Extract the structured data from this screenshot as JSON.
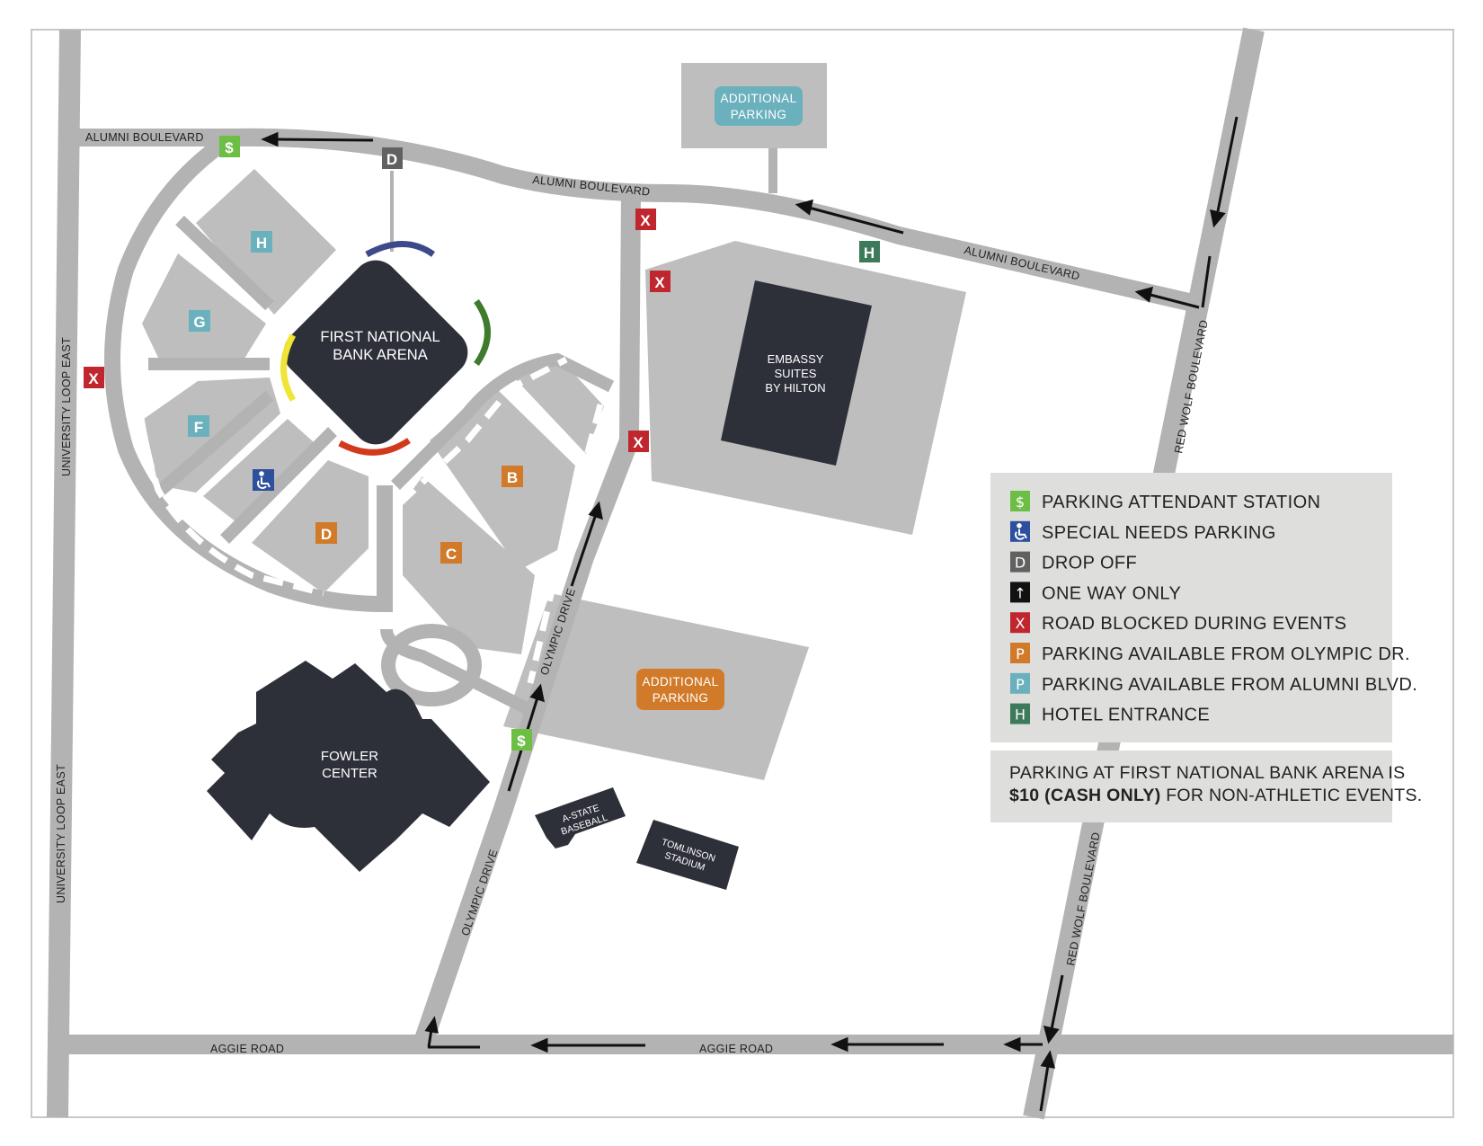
{
  "map": {
    "roads": {
      "alumni_boulevard": "ALUMNI BOULEVARD",
      "university_loop_east": "UNIVERSITY LOOP EAST",
      "red_wolf_boulevard": "RED WOLF BOULEVARD",
      "olympic_drive": "OLYMPIC DRIVE",
      "aggie_road": "AGGIE ROAD"
    },
    "buildings": {
      "arena_line1": "FIRST NATIONAL",
      "arena_line2": "BANK ARENA",
      "hotel_line1": "EMBASSY",
      "hotel_line2": "SUITES",
      "hotel_line3": "BY HILTON",
      "fowler_line1": "FOWLER",
      "fowler_line2": "CENTER",
      "baseball_line1": "A-STATE",
      "baseball_line2": "BASEBALL",
      "tomlinson_line1": "TOMLINSON",
      "tomlinson_line2": "STADIUM"
    },
    "additional_parking": {
      "line1": "ADDITIONAL",
      "line2": "PARKING"
    },
    "lots": {
      "h": "H",
      "g": "G",
      "f": "F",
      "d": "D",
      "b": "B",
      "c": "C"
    },
    "markers": {
      "attendant": "$",
      "drop_off": "D",
      "blocked": "X",
      "hotel": "H"
    }
  },
  "legend": {
    "items": [
      {
        "symbol": "$",
        "icon": "dollar-icon",
        "color": "#6cbe45",
        "label": "PARKING ATTENDANT STATION"
      },
      {
        "symbol": "♿",
        "icon": "wheelchair-icon",
        "color": "#2d4f9e",
        "label": "SPECIAL NEEDS PARKING"
      },
      {
        "symbol": "D",
        "icon": "drop-off-icon",
        "color": "#616161",
        "label": "DROP OFF"
      },
      {
        "symbol": "↑",
        "icon": "arrow-up-icon",
        "color": "#111111",
        "label": "ONE WAY ONLY"
      },
      {
        "symbol": "X",
        "icon": "x-icon",
        "color": "#c0262d",
        "label": "ROAD BLOCKED DURING EVENTS"
      },
      {
        "symbol": "P",
        "icon": "parking-olympic-icon",
        "color": "#d17b2a",
        "label": "PARKING AVAILABLE FROM OLYMPIC DR."
      },
      {
        "symbol": "P",
        "icon": "parking-alumni-icon",
        "color": "#6bb1bd",
        "label": "PARKING AVAILABLE FROM ALUMNI BLVD."
      },
      {
        "symbol": "H",
        "icon": "hotel-icon",
        "color": "#3c7a5a",
        "label": "HOTEL ENTRANCE"
      }
    ]
  },
  "note": {
    "line1": "PARKING AT FIRST NATIONAL BANK ARENA IS",
    "line2_bold": "$10 (CASH ONLY)",
    "line2_rest": " FOR NON-ATHLETIC EVENTS."
  },
  "colors": {
    "road": "#b3b3b3",
    "lot": "#bebebe",
    "building": "#2e3039",
    "olympic": "#d17b2a",
    "alumni": "#6bb1bd",
    "attendant": "#6cbe45",
    "blocked": "#c0262d",
    "dropoff": "#616161",
    "hotel": "#3c7a5a",
    "special": "#2d4f9e",
    "legend_bg": "#dededc"
  }
}
